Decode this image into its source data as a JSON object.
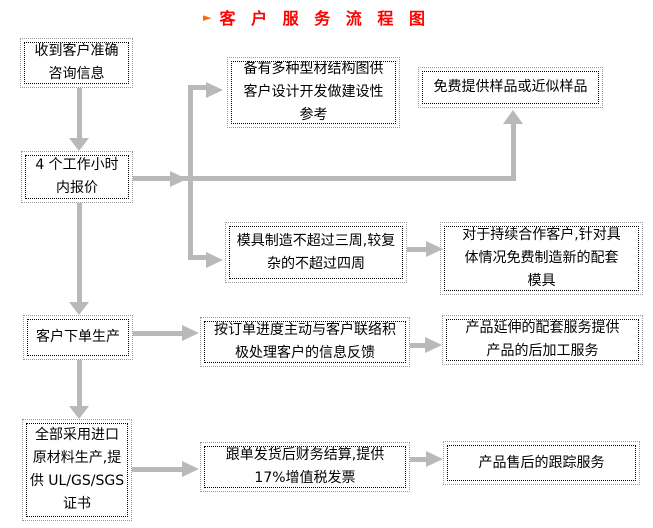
{
  "title": {
    "bullet": "►",
    "text": "客 户 服 务 流 程 图"
  },
  "colors": {
    "title_text": "#ff0000",
    "title_bullet": "#ff6600",
    "connector": "#b9b9b9",
    "box_border_inner": "#000000",
    "box_border_outer": "#9a9a9a",
    "background": "#ffffff"
  },
  "boxes": {
    "receive_inquiry": "收到客户准确\n咨询信息",
    "quote_4_hours": "4 个工作小时\n内报价",
    "customer_order": "客户下单生产",
    "imported_materials": "全部采用进口\n原材料生产,提\n供 UL/GS/SGS\n证书",
    "profile_drawings": "备有多种型材结构图供\n客户设计开发做建设性\n参考",
    "mold_lead_time": "模具制造不超过三周,较复\n杂的不超过四周",
    "order_feedback": "按订单进度主动与客户联络积\n极处理客户的信息反馈",
    "vat_invoice": "跟单发货后财务结算,提供\n17%增值税发票",
    "free_samples": "免费提供样品或近似样品",
    "free_new_molds": "对于持续合作客户,针对具\n体情况免费制造新的配套\n模具",
    "post_processing": "产品延伸的配套服务提供\n产品的后加工服务",
    "after_sales_tracking": "产品售后的跟踪服务"
  }
}
